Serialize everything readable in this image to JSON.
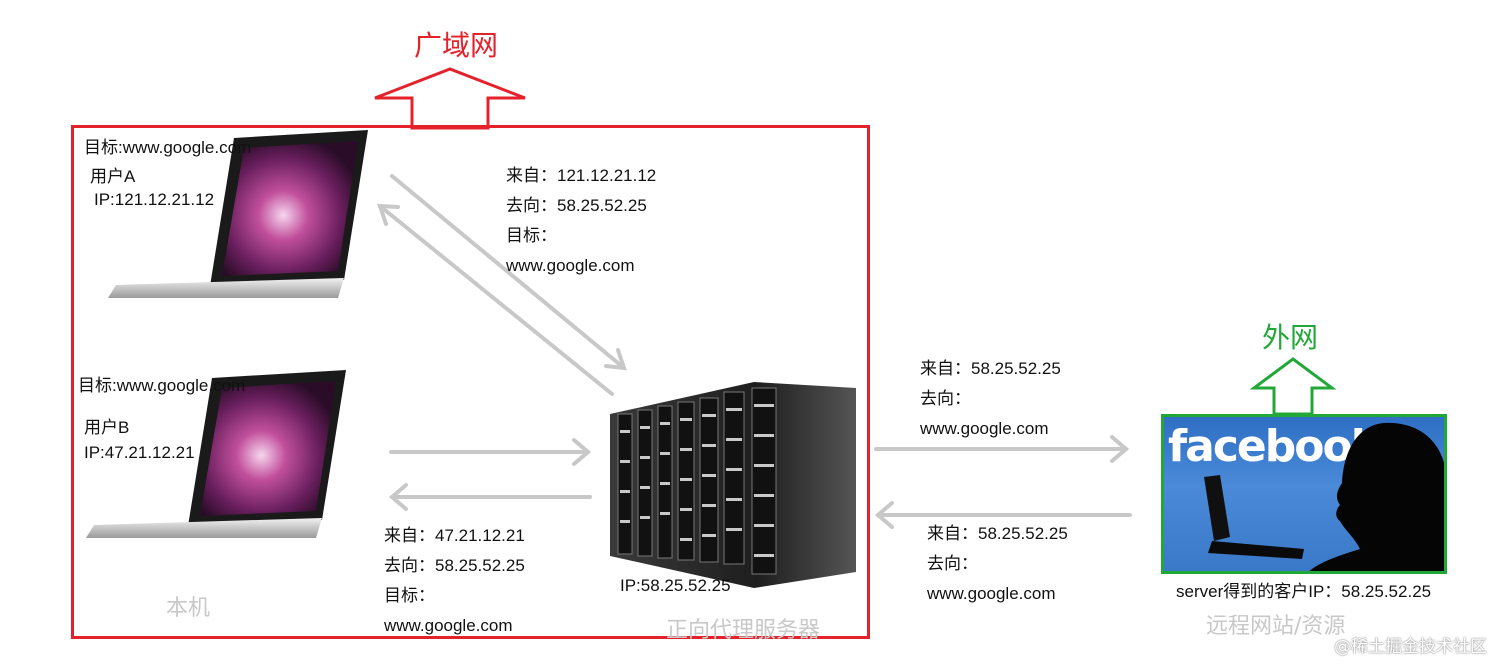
{
  "wan_label": "广域网",
  "external_label": "外网",
  "local_caption": "本机",
  "proxy_caption": "正向代理服务器",
  "remote_caption": "远程网站/资源",
  "user_a": {
    "target": "目标:www.google.com",
    "name": "用户A",
    "ip": "IP:121.12.21.12"
  },
  "user_b": {
    "target": "目标:www.google.com",
    "name": "用户B",
    "ip": "IP:47.21.12.21"
  },
  "msg_a": {
    "from": "来自：121.12.21.12",
    "to": "去向：58.25.52.25",
    "target": "目标：",
    "target_value": "www.google.com"
  },
  "msg_b": {
    "from": "来自：47.21.12.21",
    "to": "去向：58.25.52.25",
    "target": "目标：",
    "target_value": "www.google.com"
  },
  "proxy_ip": "IP:58.25.52.25",
  "msg_out": {
    "from": "来自：58.25.52.25",
    "to": "去向：",
    "to_value": "www.google.com"
  },
  "msg_in": {
    "from": "来自：58.25.52.25",
    "to": "去向：",
    "to_value": "www.google.com"
  },
  "site_brand": "facebook",
  "server_ip_note": "server得到的客户IP：58.25.52.25",
  "watermark": "@稀土掘金技术社区",
  "colors": {
    "wan": "#e5212b",
    "external": "#22a837",
    "arrow": "#c8c8c8"
  }
}
